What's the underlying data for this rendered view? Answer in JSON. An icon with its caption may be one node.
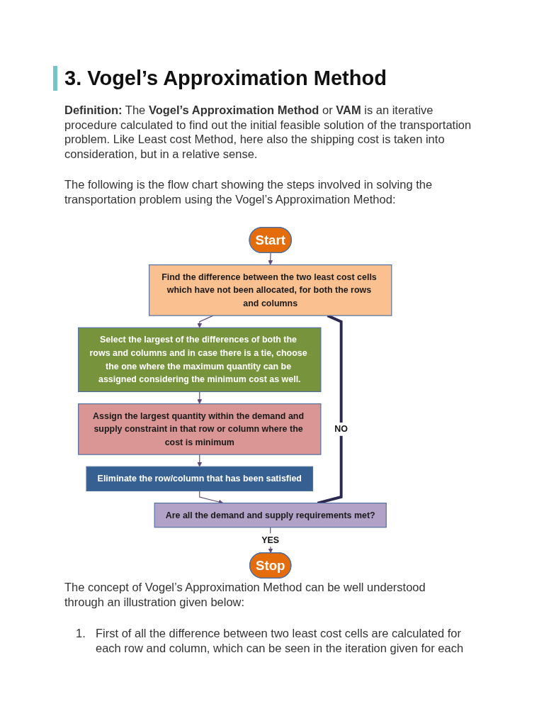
{
  "diagram": {
    "title": "3. Vogel’s Approximation Method",
    "nodes": [
      {
        "text": [
          "Start"
        ]
      },
      {
        "text": [
          "Find the difference between the two least cost cells which have not been allocated, for both the rows and columns"
        ]
      },
      {
        "text": [
          "Select the largest of the differences of both the rows and columns and in case there is a tie, choose the one where the maximum quantity can be assigned considering the minimum cost as well."
        ]
      },
      {
        "text": [
          "Assign the largest quantity within the demand and supply constraint in that row or column where the cost is minimum"
        ]
      },
      {
        "text": [
          "Eliminate the row/column that has been satisfied"
        ]
      },
      {
        "text": [
          "Are all the demand and supply requirements met?"
        ]
      },
      {
        "text": [
          "Stop"
        ]
      }
    ],
    "edges": [
      {
        "from": 0,
        "to": 1,
        "arrow": "to"
      },
      {
        "from": 1,
        "to": 2,
        "arrow": "to"
      },
      {
        "from": 2,
        "to": 3,
        "arrow": "to"
      },
      {
        "from": 3,
        "to": 4,
        "arrow": "to"
      },
      {
        "from": 4,
        "to": 5,
        "arrow": "to"
      },
      {
        "from": 5,
        "to": 1,
        "arrow": "none",
        "label": "NO",
        "style": "thick",
        "color": "#2a2750"
      },
      {
        "from": 5,
        "to": 6,
        "arrow": "to",
        "label": "YES"
      }
    ],
    "labels": [
      "**Definition:** The **Vogel’s Approximation Method** or **VAM** is an iterative procedure calculated to find out the initial feasible solution of the transportation problem. Like Least cost Method, here also the shipping cost is taken into consideration, but in a relative sense.",
      "The following is the flow chart showing the steps involved in solving the transportation problem using the Vogel’s Approximation Method:",
      "The concept of Vogel’s Approximation Method can be well understood through an illustration given below:",
      "1.",
      "First of all the difference between two least cost cells are calculated for each row and column, which can be seen in the iteration given for each"
    ]
  }
}
